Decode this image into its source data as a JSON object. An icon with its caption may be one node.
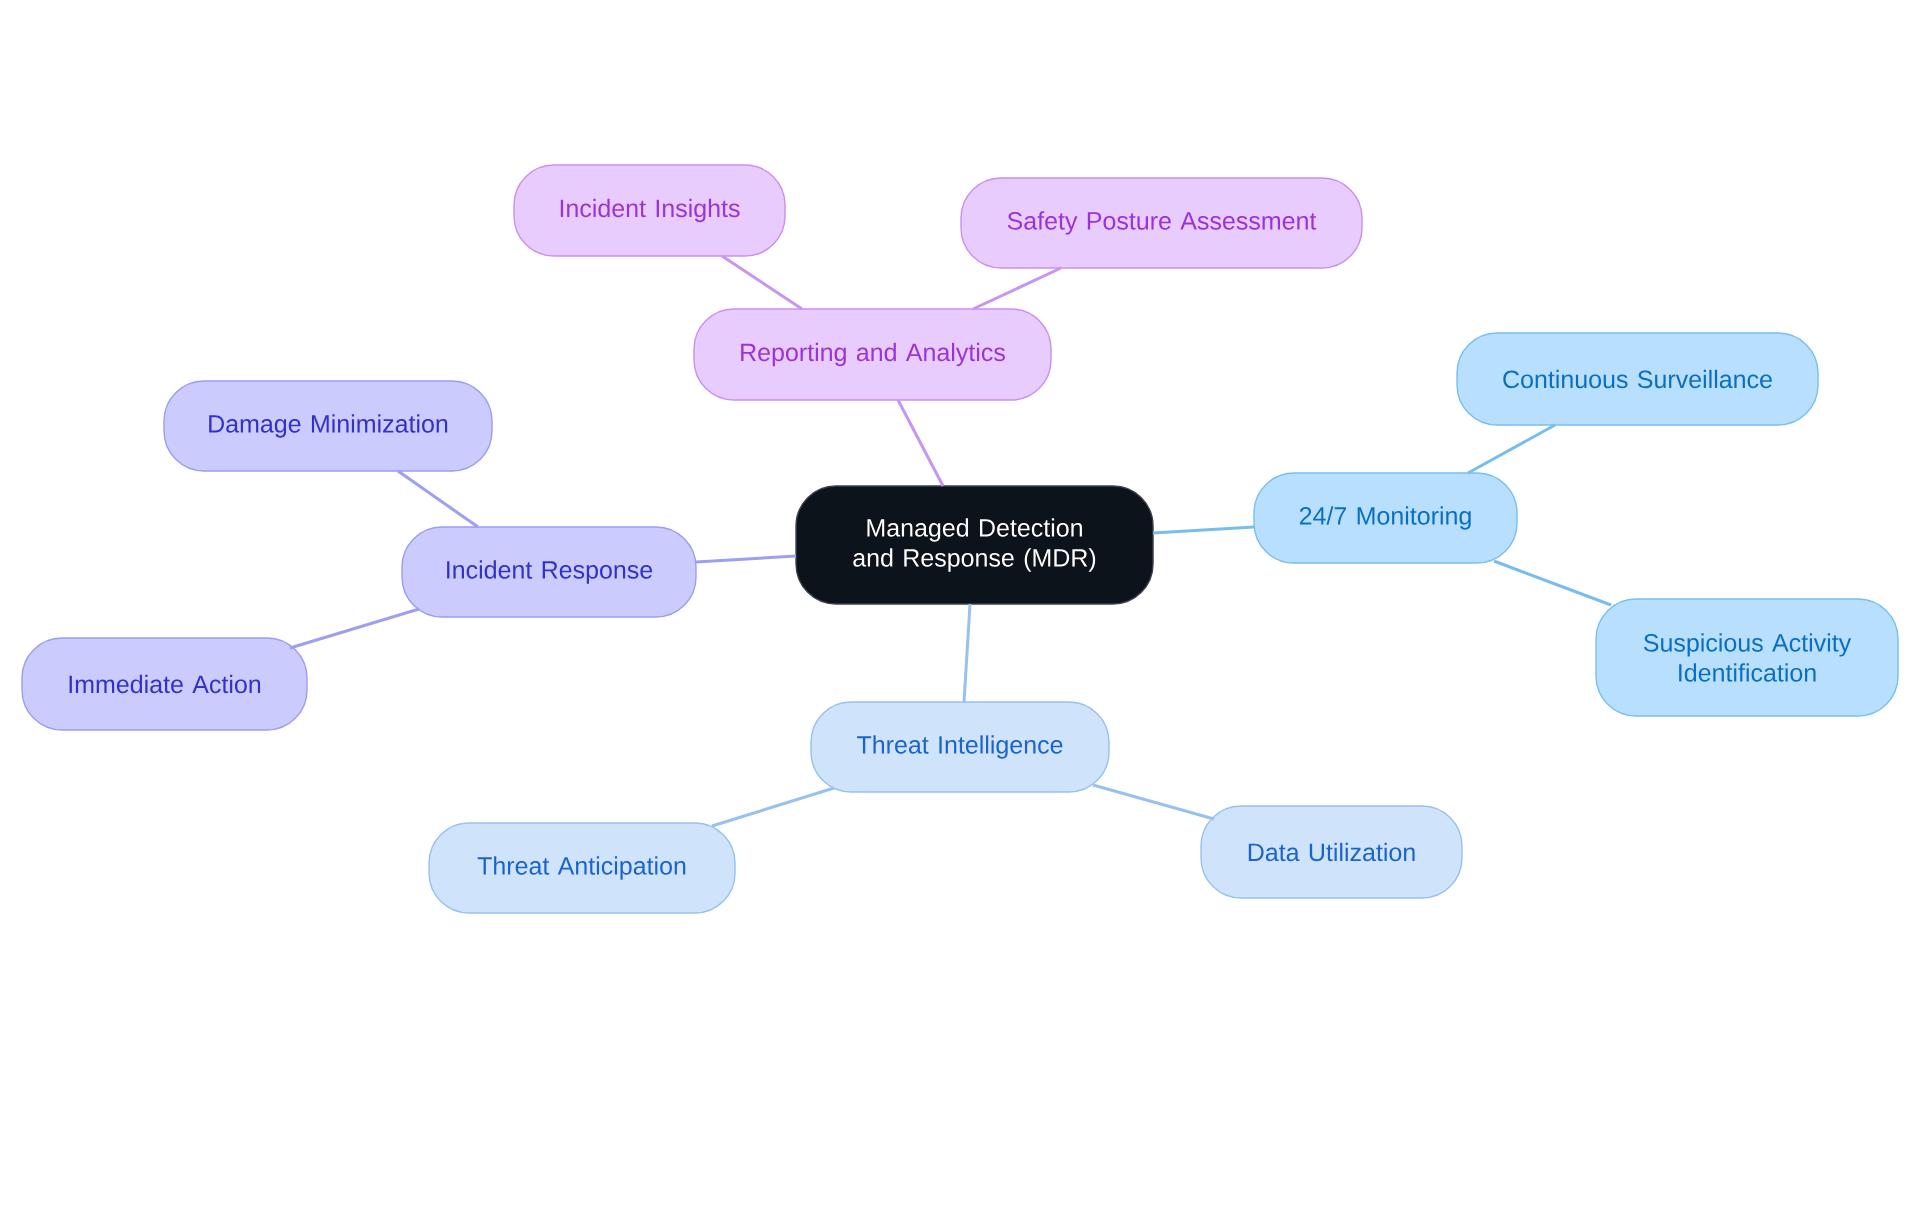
{
  "diagram": {
    "nodes": [
      {
        "text": [
          "Managed Detection and Response (MDR)"
        ]
      },
      {
        "text": [
          "Reporting and Analytics"
        ]
      },
      {
        "text": [
          "Incident Insights"
        ]
      },
      {
        "text": [
          "Safety Posture Assessment"
        ]
      },
      {
        "text": [
          "24/7 Monitoring"
        ]
      },
      {
        "text": [
          "Continuous Surveillance"
        ]
      },
      {
        "text": [
          "Suspicious Activity Identification"
        ]
      },
      {
        "text": [
          "Threat Intelligence"
        ]
      },
      {
        "text": [
          "Threat Anticipation"
        ]
      },
      {
        "text": [
          "Data Utilization"
        ]
      },
      {
        "text": [
          "Incident Response"
        ]
      },
      {
        "text": [
          "Damage Minimization"
        ]
      },
      {
        "text": [
          "Immediate Action"
        ]
      }
    ],
    "edges": [
      {
        "from": 0,
        "to": 1,
        "arrow": "none",
        "color": "#c895f2"
      },
      {
        "from": 1,
        "to": 2,
        "arrow": "none",
        "color": "#c895f2"
      },
      {
        "from": 1,
        "to": 3,
        "arrow": "none",
        "color": "#c895f2"
      },
      {
        "from": 0,
        "to": 4,
        "arrow": "none",
        "color": "#79bdef"
      },
      {
        "from": 4,
        "to": 5,
        "arrow": "none",
        "color": "#79bdef"
      },
      {
        "from": 4,
        "to": 6,
        "arrow": "none",
        "color": "#79bdef"
      },
      {
        "from": 0,
        "to": 7,
        "arrow": "none",
        "color": "#98c1f0"
      },
      {
        "from": 7,
        "to": 8,
        "arrow": "none",
        "color": "#98c1f0"
      },
      {
        "from": 7,
        "to": 9,
        "arrow": "none",
        "color": "#98c1f0"
      },
      {
        "from": 0,
        "to": 10,
        "arrow": "none",
        "color": "#9d9ff0"
      },
      {
        "from": 10,
        "to": 11,
        "arrow": "none",
        "color": "#9d9ff0"
      },
      {
        "from": 10,
        "to": 12,
        "arrow": "none",
        "color": "#9d9ff0"
      }
    ]
  }
}
